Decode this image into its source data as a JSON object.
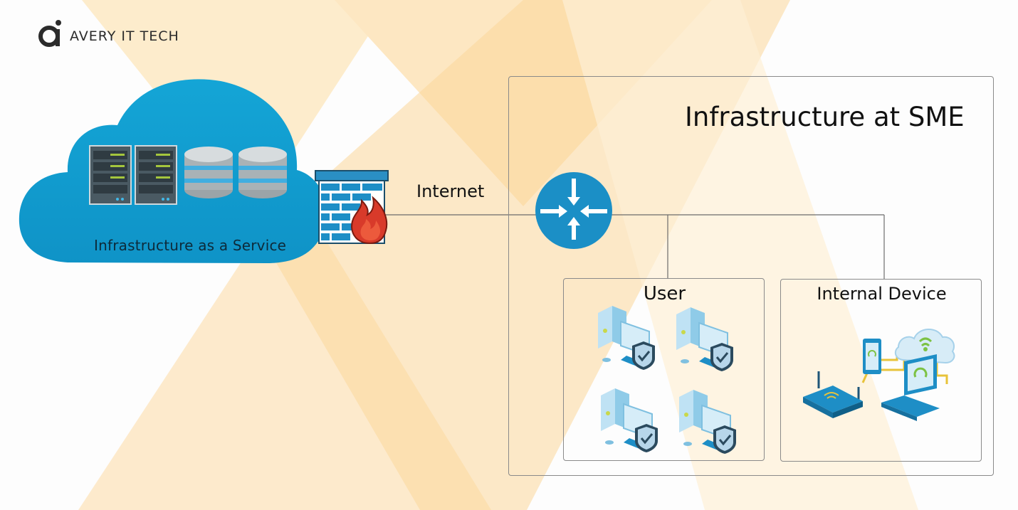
{
  "brand": {
    "name": "AVERY IT TECH",
    "icon": "avery-logo-icon"
  },
  "cloud": {
    "label": "Infrastructure as a  Service"
  },
  "link": {
    "label": "Internet"
  },
  "sme": {
    "title": "Infrastructure at SME",
    "groups": [
      {
        "title": "User"
      },
      {
        "title": "Internal Device"
      }
    ]
  },
  "colors": {
    "accent_orange": "#fbd9a0",
    "cloud_blue": "#1aa3d3",
    "router_blue": "#1b8fc6",
    "firewall_red": "#d83a2a"
  }
}
